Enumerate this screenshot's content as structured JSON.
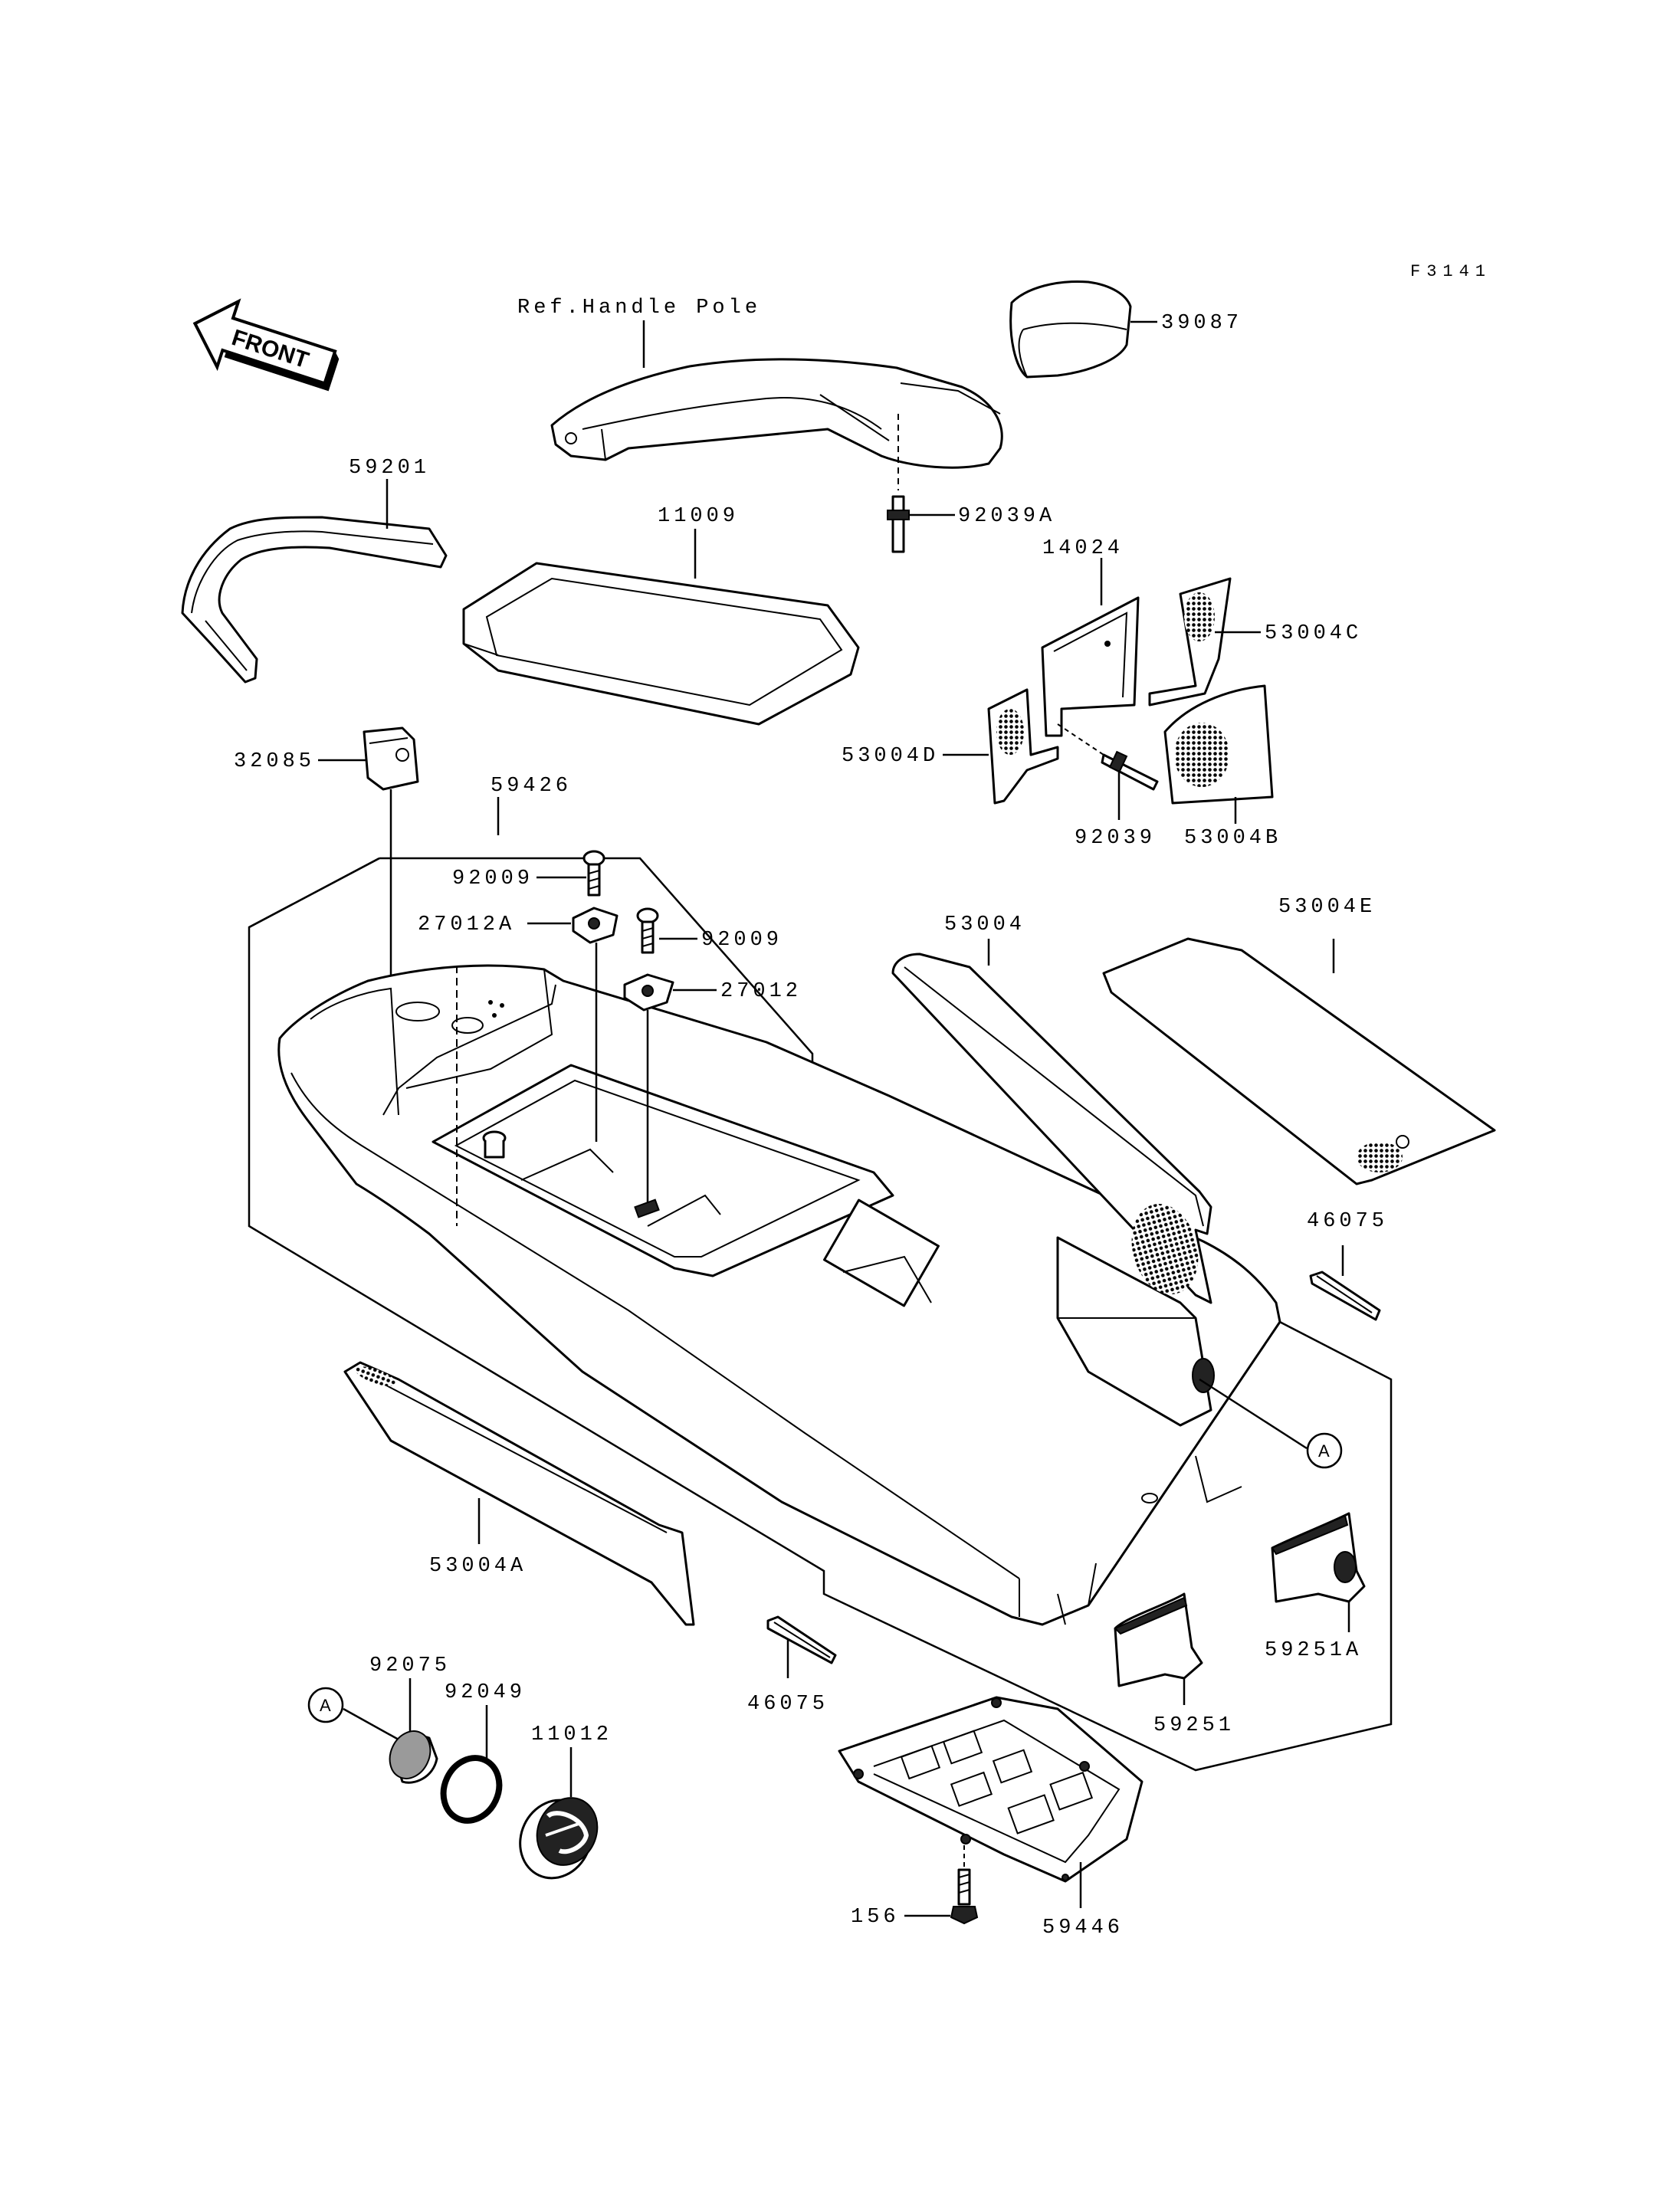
{
  "figure_code": "F3141",
  "front_label": "FRONT",
  "ref_label": "Ref.Handle Pole",
  "circle_ref": "A",
  "part_labels": {
    "p39087": "39087",
    "p92039A": "92039A",
    "p59201": "59201",
    "p11009": "11009",
    "p14024": "14024",
    "p53004C": "53004C",
    "p53004D": "53004D",
    "p92039": "92039",
    "p53004B": "53004B",
    "p32085": "32085",
    "p59426": "59426",
    "p92009a": "92009",
    "p27012A": "27012A",
    "p92009b": "92009",
    "p27012": "27012",
    "p53004": "53004",
    "p53004E": "53004E",
    "p46075a": "46075",
    "p53004A": "53004A",
    "p92075": "92075",
    "p92049": "92049",
    "p11012": "11012",
    "p46075b": "46075",
    "p59251": "59251",
    "p59251A": "59251A",
    "p156": "156",
    "p59446": "59446"
  }
}
